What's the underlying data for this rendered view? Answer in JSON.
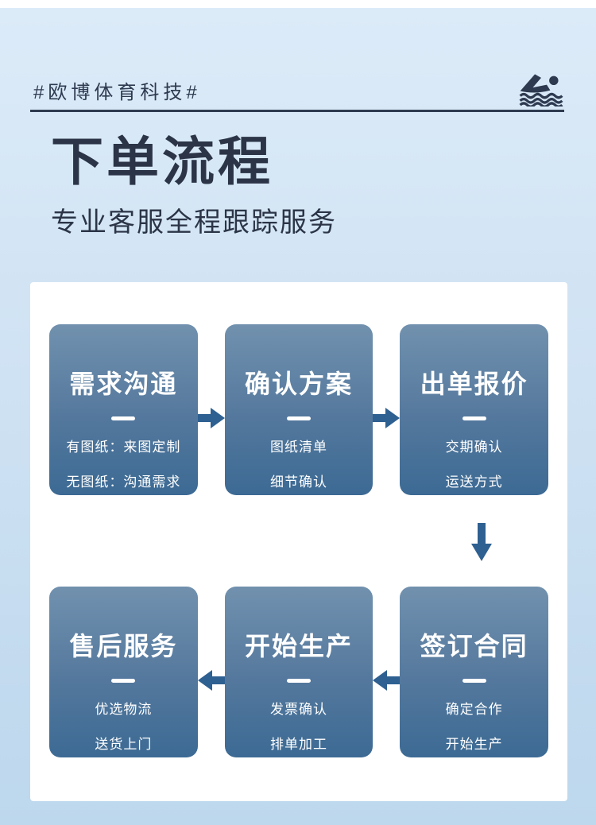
{
  "header": {
    "brand": "#欧博体育科技#",
    "icon": "swimmer-icon"
  },
  "hero": {
    "title": "下单流程",
    "subtitle": "专业客服全程跟踪服务"
  },
  "flow": {
    "steps": [
      {
        "title": "需求沟通",
        "notes": [
          "有图纸：来图定制",
          "无图纸：沟通需求"
        ]
      },
      {
        "title": "确认方案",
        "notes": [
          "图纸清单",
          "细节确认"
        ]
      },
      {
        "title": "出单报价",
        "notes": [
          "交期确认",
          "运送方式"
        ]
      },
      {
        "title": "签订合同",
        "notes": [
          "确定合作",
          "开始生产"
        ]
      },
      {
        "title": "开始生产",
        "notes": [
          "发票确认",
          "排单加工"
        ]
      },
      {
        "title": "售后服务",
        "notes": [
          "优选物流",
          "送货上门"
        ]
      }
    ],
    "arrows": [
      "right",
      "right",
      "down",
      "left",
      "left"
    ]
  },
  "colors": {
    "accent_dark": "#2e3a50",
    "title_text": "#2b3547",
    "card_gradient_top": "#7191ae",
    "card_gradient_bottom": "#3c6a94",
    "arrow_blue": "#2e6091",
    "bg_gradient_top": "#dcebf8",
    "bg_gradient_bottom": "#bdd7ed",
    "panel_bg": "#ffffff",
    "card_text": "#ffffff"
  }
}
